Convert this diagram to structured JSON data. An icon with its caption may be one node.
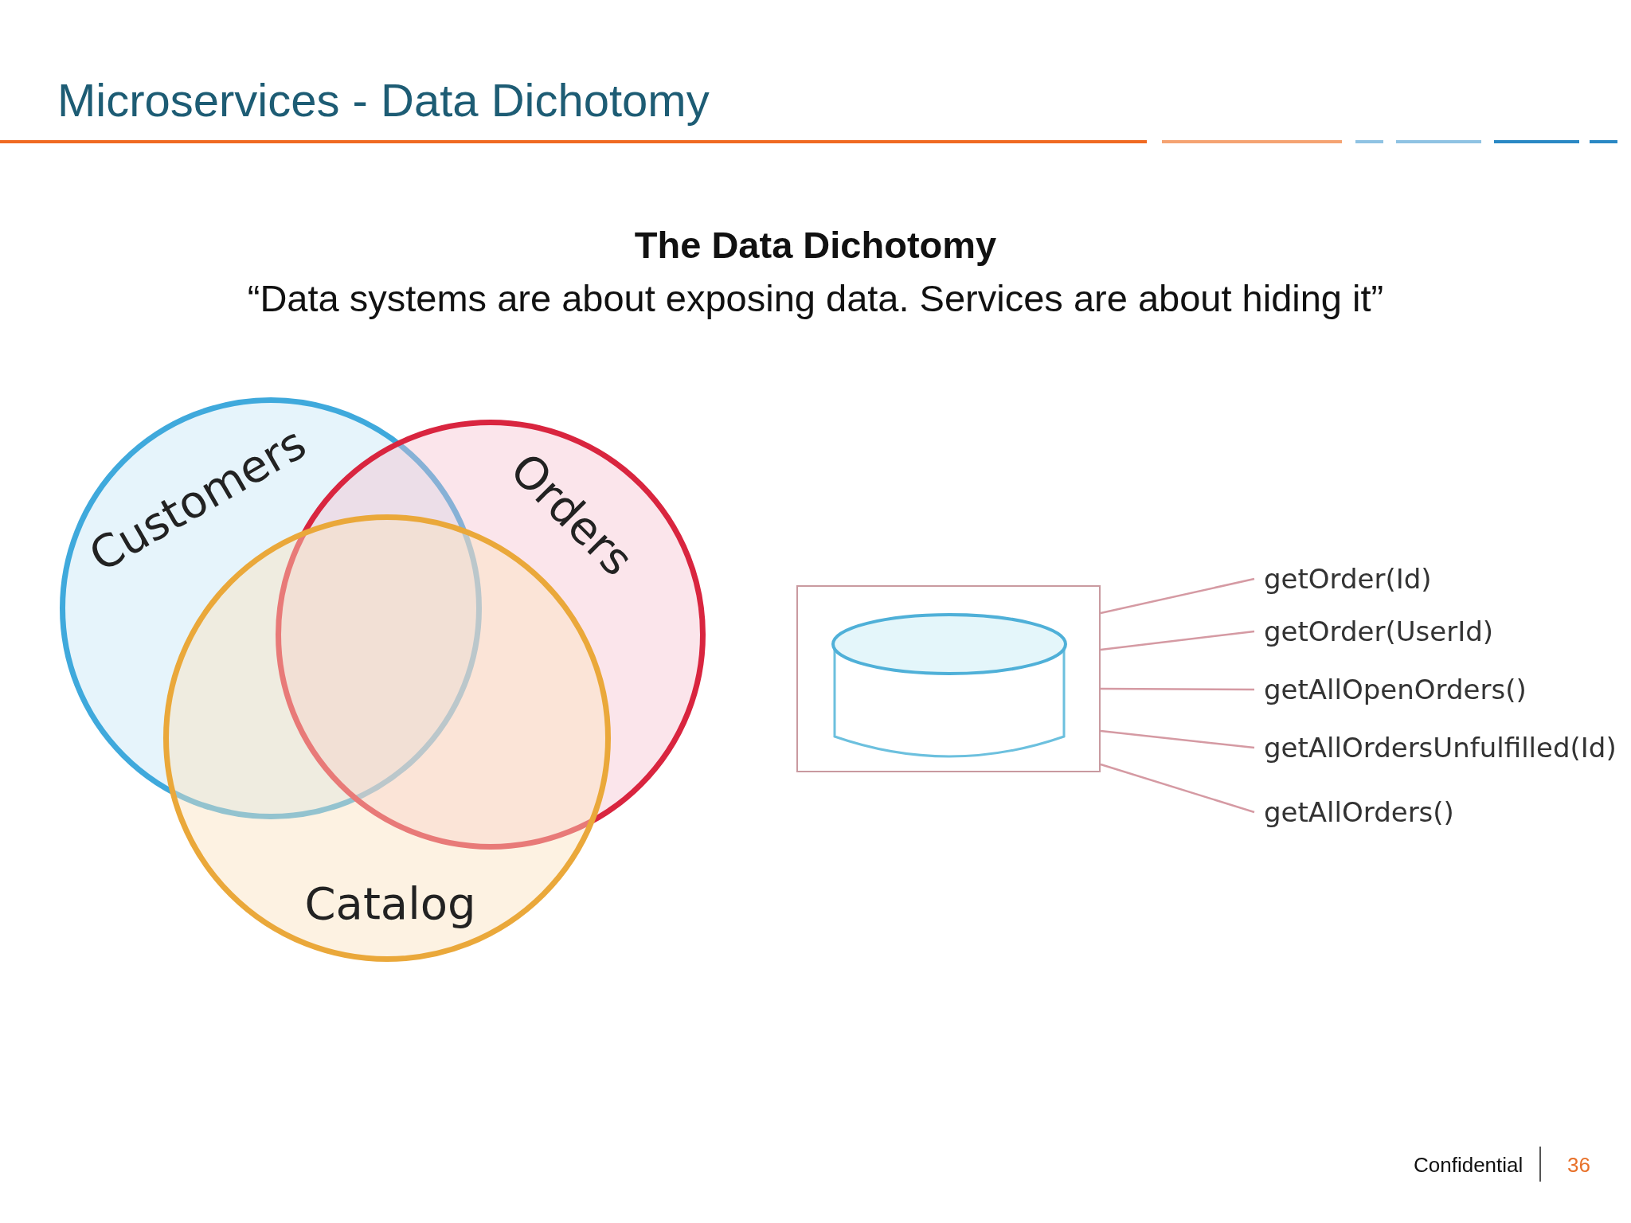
{
  "diagram": {
    "title": "Microservices - Data Dichotomy",
    "nodes": [
      {
        "text": [
          "Customers"
        ]
      },
      {
        "text": [
          "Orders"
        ]
      },
      {
        "text": [
          "Catalog"
        ]
      },
      {
        "text": [],
        "shape": "box"
      },
      {
        "text": [],
        "shape": "cylinder",
        "in": 3
      },
      {
        "text": [
          "getOrder(Id)"
        ]
      },
      {
        "text": [
          "getOrder(UserId)"
        ]
      },
      {
        "text": [
          "getAllOpenOrders()"
        ]
      },
      {
        "text": [
          "getAllOrdersUnfulfilled(Id)"
        ]
      },
      {
        "text": [
          "getAllOrders()"
        ]
      }
    ],
    "edges": [
      {
        "from": 3,
        "to": 5,
        "arrow": "none",
        "color": "#d59aa3"
      },
      {
        "from": 3,
        "to": 6,
        "arrow": "none",
        "color": "#d59aa3"
      },
      {
        "from": 3,
        "to": 7,
        "arrow": "none",
        "color": "#d59aa3"
      },
      {
        "from": 3,
        "to": 8,
        "arrow": "none",
        "color": "#d59aa3"
      },
      {
        "from": 3,
        "to": 9,
        "arrow": "none",
        "color": "#d59aa3"
      }
    ],
    "labels": [
      "The Data Dichotomy",
      "“Data systems are about exposing data. Services are about hiding it”",
      "Confidential",
      "36"
    ]
  }
}
